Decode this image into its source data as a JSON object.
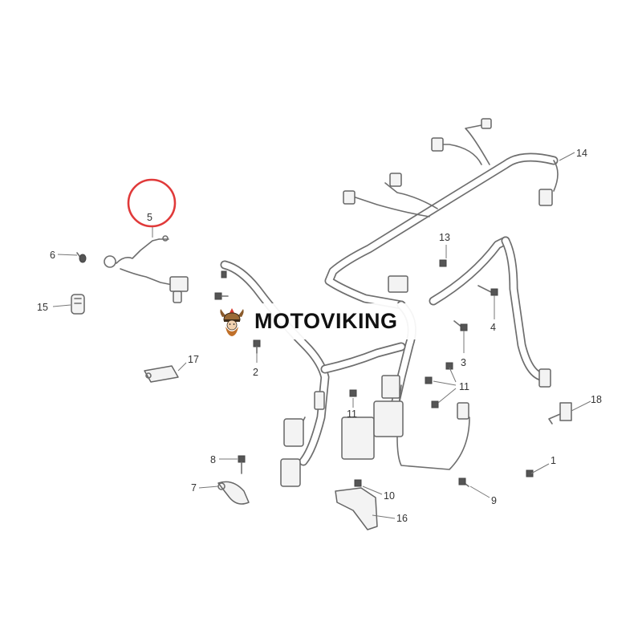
{
  "brand": {
    "name": "MOTOVIKING",
    "logo": "viking-helmet-logo"
  },
  "diagram": {
    "highlighted_part": "5",
    "highlight_color": "#e03a3a",
    "line_color": "#6e6e6e",
    "callouts": {
      "c1": "1",
      "c2": "2",
      "c3": "3",
      "c4": "4",
      "c5": "5",
      "c6": "6",
      "c7": "7",
      "c8": "8",
      "c9": "9",
      "c10": "10",
      "c11a": "11",
      "c11b": "11",
      "c13": "13",
      "c14": "14",
      "c15": "15",
      "c16": "16",
      "c17": "17",
      "c18": "18"
    }
  }
}
